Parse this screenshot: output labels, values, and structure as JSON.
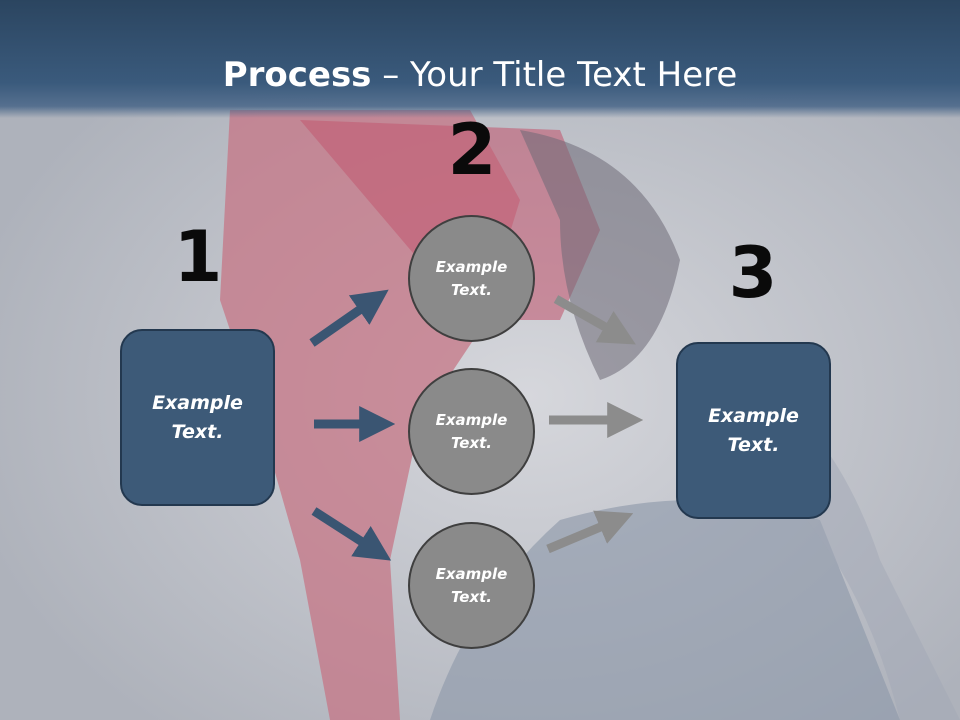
{
  "slide": {
    "title_strong": "Process",
    "title_rest": " – Your Title Text Here"
  },
  "steps": {
    "one": "1",
    "two": "2",
    "three": "3"
  },
  "boxes": {
    "left": "Example\nText.",
    "right": "Example\nText."
  },
  "circles": {
    "top": "Example\nText.",
    "middle": "Example\nText.",
    "bottom": "Example\nText."
  },
  "colors": {
    "box_fill": "#3d5a78",
    "circle_fill": "#8a8a8a",
    "blue_arrow": "#3a5572",
    "gray_arrow": "#8c8c8c"
  }
}
